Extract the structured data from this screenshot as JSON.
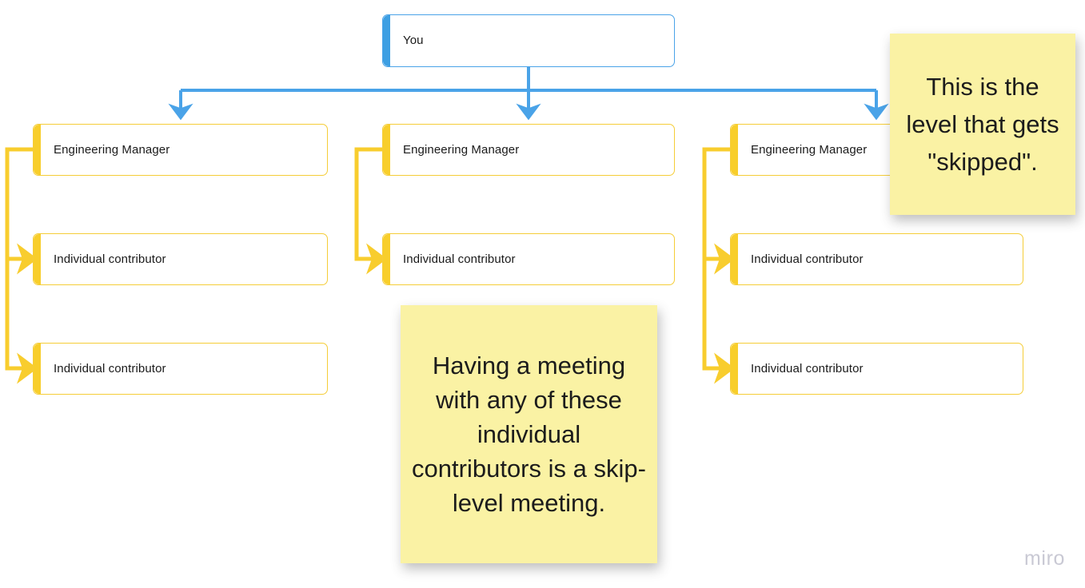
{
  "board": {
    "background_color": "#ffffff",
    "watermark": "miro"
  },
  "palette": {
    "root_accent": "#3d9fe3",
    "root_border": "#4aa3e8",
    "branch_accent": "#f8ce2b",
    "branch_border": "#f5cd38",
    "connector_blue": "#4aa3e8",
    "connector_yellow": "#f8cd2e",
    "sticky_fill": "#faf2a4",
    "text_color": "#1a1a1a"
  },
  "chart_data": {
    "type": "diagram",
    "title": "Skip-level meeting org chart",
    "root": {
      "label": "You",
      "level": 0
    },
    "columns": [
      {
        "manager": "Engineering Manager",
        "reports": [
          "Individual contributor",
          "Individual contributor"
        ]
      },
      {
        "manager": "Engineering Manager",
        "reports": [
          "Individual contributor"
        ]
      },
      {
        "manager": "Engineering Manager",
        "reports": [
          "Individual contributor",
          "Individual contributor"
        ]
      }
    ]
  },
  "nodes": {
    "root": {
      "label": "You"
    },
    "managers": [
      {
        "label": "Engineering Manager"
      },
      {
        "label": "Engineering Manager"
      },
      {
        "label": "Engineering Manager"
      }
    ],
    "contributors_col1": [
      {
        "label": "Individual contributor"
      },
      {
        "label": "Individual contributor"
      }
    ],
    "contributors_col2": [
      {
        "label": "Individual contributor"
      }
    ],
    "contributors_col3": [
      {
        "label": "Individual contributor"
      },
      {
        "label": "Individual contributor"
      }
    ]
  },
  "sticky_notes": [
    {
      "id": "skipped-level-note",
      "text": "This is the level that gets \"skipped\"."
    },
    {
      "id": "skip-level-meeting-note",
      "text": "Having a meeting with any of these individual contributors is a skip-level meeting."
    }
  ]
}
